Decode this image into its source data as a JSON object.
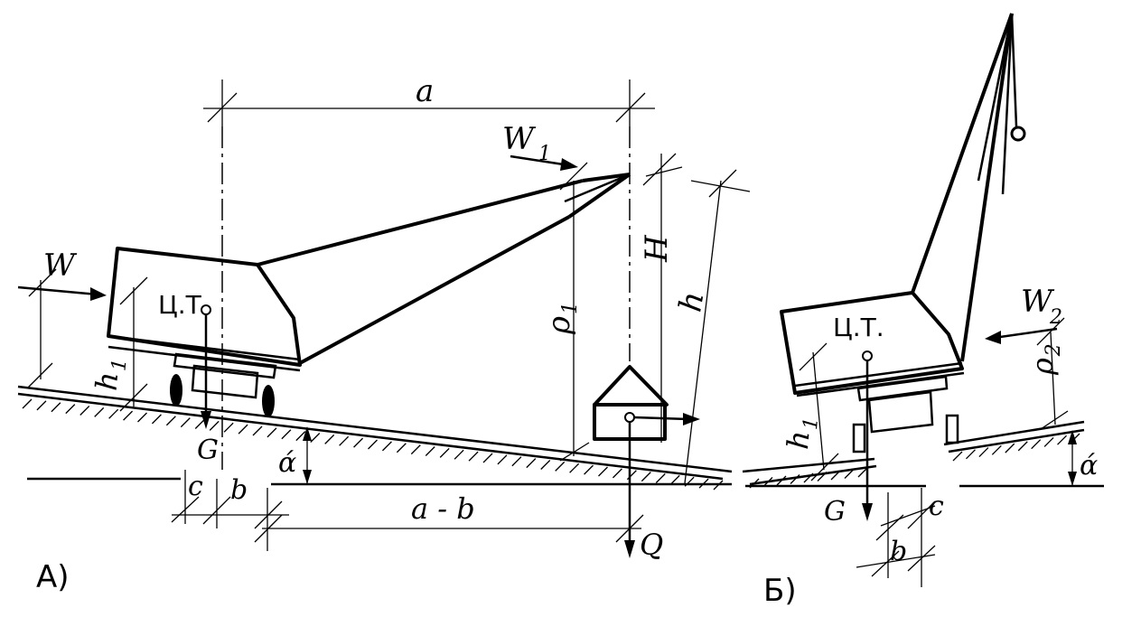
{
  "labels": {
    "a": "a",
    "W1": "W",
    "W1_sub": "1",
    "W": "W",
    "ct_left": "Ц.Т.",
    "H": "H",
    "h": "h",
    "rho1": "ρ",
    "rho1_sub": "1",
    "h1_left": "h",
    "h1_left_sub": "1",
    "G_left": "G",
    "alpha_left": "ά",
    "c_left": "c",
    "b_left": "b",
    "a_minus_b": "a - b",
    "Q": "Q",
    "panel_a": "А)",
    "W2": "W",
    "W2_sub": "2",
    "ct_right": "Ц.Т.",
    "rho2": "ρ",
    "rho2_sub": "2",
    "h1_right": "h",
    "h1_right_sub": "1",
    "G_right": "G",
    "c_right": "c",
    "b_right": "b",
    "alpha_right": "ά",
    "panel_b": "Б)"
  }
}
